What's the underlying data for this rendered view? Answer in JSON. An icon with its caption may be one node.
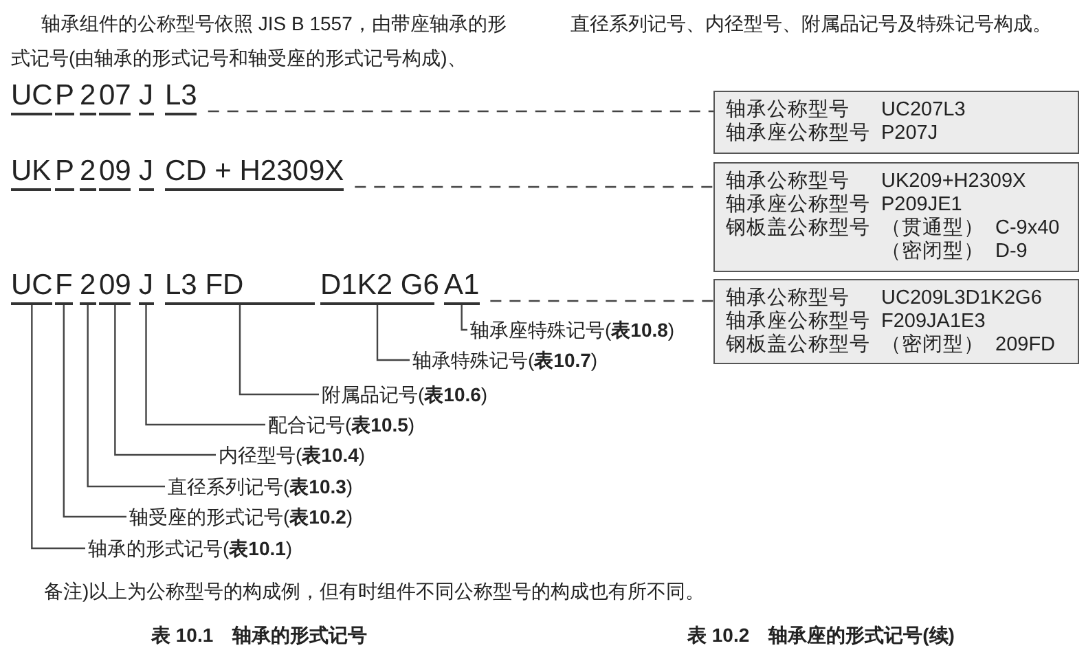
{
  "diagram": {
    "nodes": [
      {
        "text": [
          "UC"
        ]
      },
      {
        "text": [
          "P"
        ]
      },
      {
        "text": [
          "2"
        ]
      },
      {
        "text": [
          "07"
        ]
      },
      {
        "text": [
          "J"
        ]
      },
      {
        "text": [
          "L3"
        ]
      },
      {
        "text": [
          "轴承公称型号",
          "UC207L3",
          "轴承座公称型号",
          "P207J"
        ]
      },
      {
        "text": [
          "UK"
        ]
      },
      {
        "text": [
          "P"
        ]
      },
      {
        "text": [
          "2"
        ]
      },
      {
        "text": [
          "09"
        ]
      },
      {
        "text": [
          "J"
        ]
      },
      {
        "text": [
          "CD + H2309X"
        ]
      },
      {
        "text": [
          "轴承公称型号",
          "UK209+H2309X",
          "轴承座公称型号",
          "P209JE1",
          "钢板盖公称型号",
          "（贯通型）",
          "C-9x40",
          "（密闭型）",
          "D-9"
        ]
      },
      {
        "text": [
          "UC"
        ]
      },
      {
        "text": [
          "F"
        ]
      },
      {
        "text": [
          "2"
        ]
      },
      {
        "text": [
          "09"
        ]
      },
      {
        "text": [
          "J"
        ]
      },
      {
        "text": [
          "L3 FD"
        ]
      },
      {
        "text": [
          "D1K2 G6"
        ]
      },
      {
        "text": [
          "A1"
        ]
      },
      {
        "text": [
          "轴承公称型号",
          "UC209L3D1K2G6",
          "轴承座公称型号",
          "F209JA1E3",
          "钢板盖公称型号",
          "（密闭型）",
          "209FD"
        ]
      },
      {
        "text": [
          "轴承座特殊记号(**表10.8**)"
        ]
      },
      {
        "text": [
          "轴承特殊记号(**表10.7**)"
        ]
      },
      {
        "text": [
          "附属品记号(**表10.6**)"
        ]
      },
      {
        "text": [
          "配合记号(**表10.5**)"
        ]
      },
      {
        "text": [
          "内径型号(**表10.4**)"
        ]
      },
      {
        "text": [
          "直径系列记号(**表10.3**)"
        ]
      },
      {
        "text": [
          "轴受座的形式记号(**表10.2**)"
        ]
      },
      {
        "text": [
          "轴承的形式记号(**表10.1**)"
        ]
      }
    ],
    "edges": [
      {
        "from": 5,
        "to": 6,
        "arrow": "none",
        "style": "dashed"
      },
      {
        "from": 12,
        "to": 13,
        "arrow": "none",
        "style": "dashed"
      },
      {
        "from": 21,
        "to": 22,
        "arrow": "none",
        "style": "dashed"
      },
      {
        "from": 23,
        "to": 21,
        "arrow": "none"
      },
      {
        "from": 24,
        "to": 20,
        "arrow": "none"
      },
      {
        "from": 25,
        "to": 19,
        "arrow": "none"
      },
      {
        "from": 26,
        "to": 18,
        "arrow": "none"
      },
      {
        "from": 27,
        "to": 17,
        "arrow": "none"
      },
      {
        "from": 28,
        "to": 16,
        "arrow": "none"
      },
      {
        "from": 29,
        "to": 15,
        "arrow": "none"
      },
      {
        "from": 30,
        "to": 14,
        "arrow": "none"
      }
    ],
    "labels": [
      "轴承组件的公称型号依照 JIS B 1557，由带座轴承的形式记号(由轴承的形式记号和轴受座的形式记号构成)、",
      "直径系列记号、内径型号、附属品记号及特殊记号构成。",
      "备注)以上为公称型号的构成例，但有时组件不同公称型号的构成也有所不同。",
      "表 10.1　轴承的形式记号",
      "表 10.2　轴承座的形式记号(续)"
    ]
  }
}
